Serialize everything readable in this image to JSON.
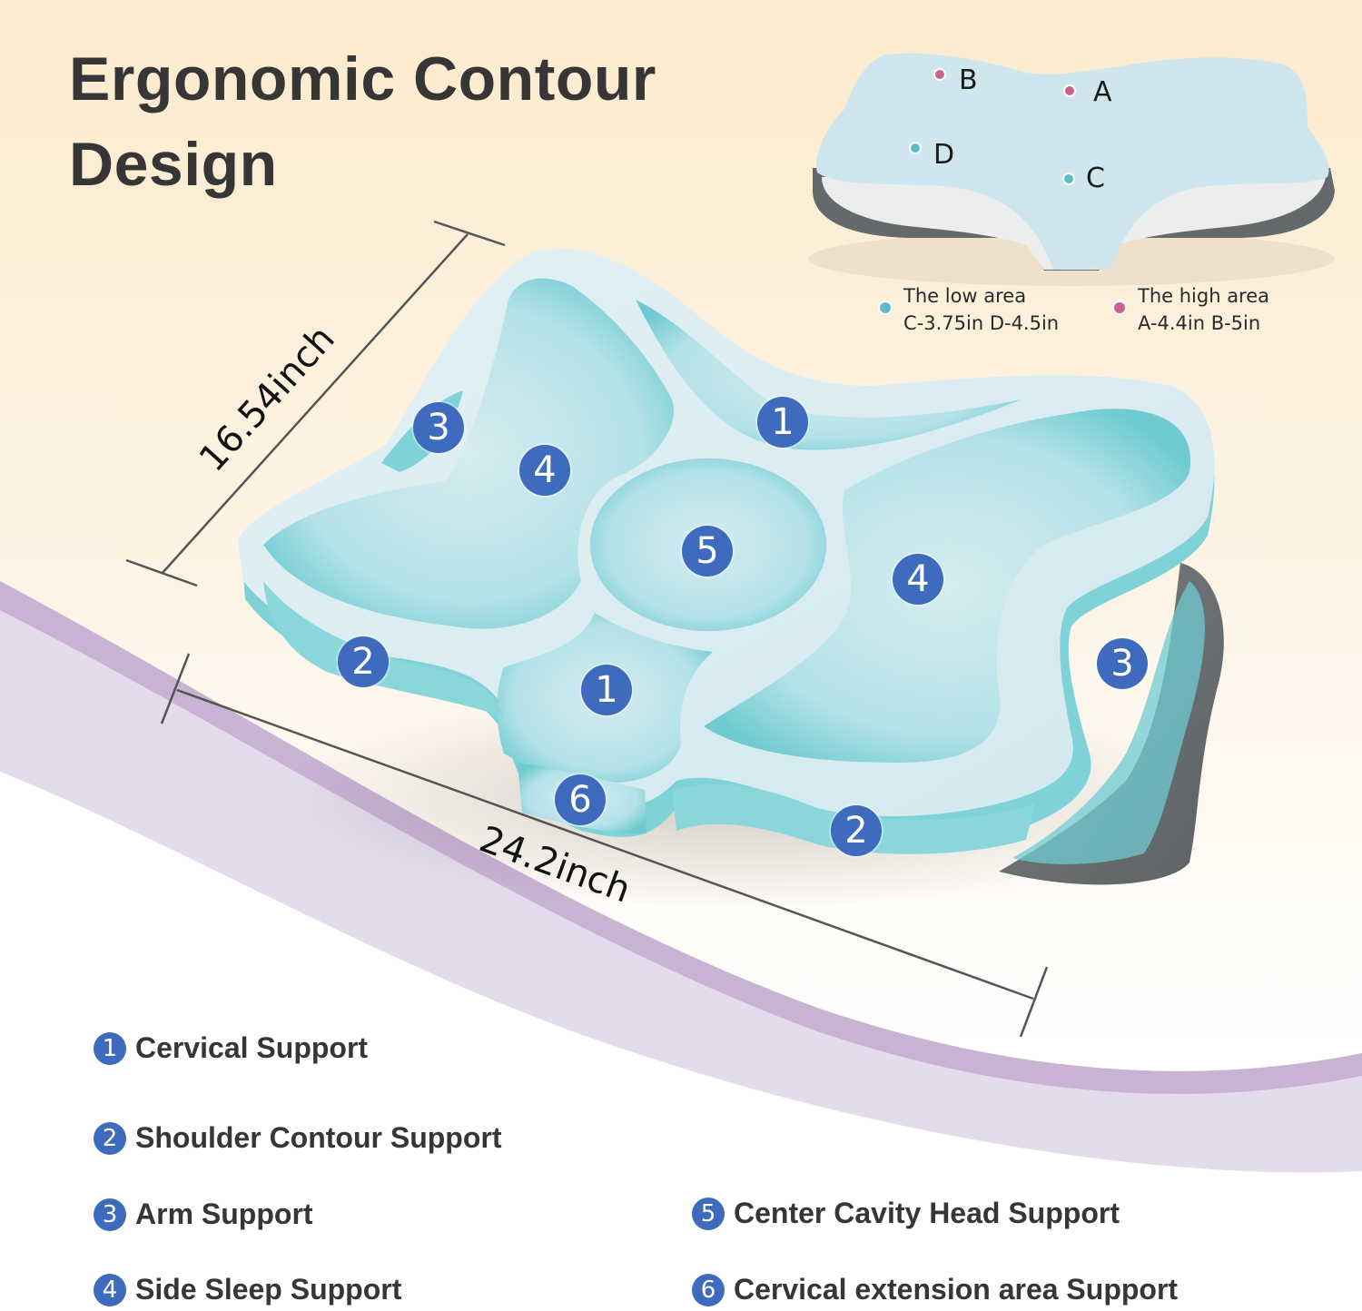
{
  "title": {
    "line1": "Ergonomic Contour",
    "line2": "Design"
  },
  "colors": {
    "badge_blue": "#3f6bbf",
    "text_dark": "#363636",
    "low_dot": "#5fbcc6",
    "high_dot": "#c9628f",
    "bg_cream": "#fdf1dc",
    "purple_light": "#e4dbec",
    "purple_dark": "#c9b3d3",
    "pillow_top": "#d8ebf1",
    "pillow_cavity": "#78cfd4"
  },
  "inset": {
    "points": [
      {
        "label": "B",
        "type": "high"
      },
      {
        "label": "A",
        "type": "high"
      },
      {
        "label": "D",
        "type": "low"
      },
      {
        "label": "C",
        "type": "low"
      }
    ],
    "legend": {
      "low": {
        "title": "The low area",
        "values": "C-3.75in D-4.5in"
      },
      "high": {
        "title": "The high area",
        "values": "A-4.4in B-5in"
      }
    }
  },
  "dimensions": {
    "depth": "16.54inch",
    "width": "24.2inch"
  },
  "badges": [
    {
      "n": "3",
      "zone": "arm-left"
    },
    {
      "n": "4",
      "zone": "side-left"
    },
    {
      "n": "1",
      "zone": "cervical-top"
    },
    {
      "n": "5",
      "zone": "center-cavity"
    },
    {
      "n": "4",
      "zone": "side-right"
    },
    {
      "n": "2",
      "zone": "shoulder-left"
    },
    {
      "n": "1",
      "zone": "cervical-front"
    },
    {
      "n": "3",
      "zone": "arm-right"
    },
    {
      "n": "6",
      "zone": "extension"
    },
    {
      "n": "2",
      "zone": "shoulder-right"
    }
  ],
  "features": [
    {
      "n": "1",
      "label": "Cervical Support"
    },
    {
      "n": "2",
      "label": "Shoulder Contour Support"
    },
    {
      "n": "3",
      "label": "Arm Support"
    },
    {
      "n": "4",
      "label": "Side Sleep Support"
    },
    {
      "n": "5",
      "label": "Center Cavity Head Support"
    },
    {
      "n": "6",
      "label": "Cervical extension area Support"
    }
  ]
}
